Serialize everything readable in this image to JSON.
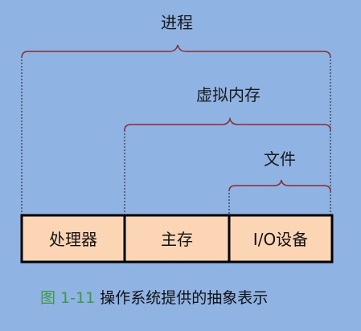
{
  "colors": {
    "background": "#8fb4e3",
    "box_fill": "#fcd5b4",
    "box_border": "#000000",
    "bracket": "#8b2a2a",
    "dashed_line": "#1a1a1a",
    "caption_number": "#3f9a3a",
    "caption_text": "#111111"
  },
  "brackets": {
    "process": "进程",
    "virtual_memory": "虚拟内存",
    "file": "文件"
  },
  "boxes": {
    "processor": "处理器",
    "main_memory": "主存",
    "io_device": "I/O设备"
  },
  "caption": {
    "number": "图 1-11",
    "text": "操作系统提供的抽象表示"
  }
}
